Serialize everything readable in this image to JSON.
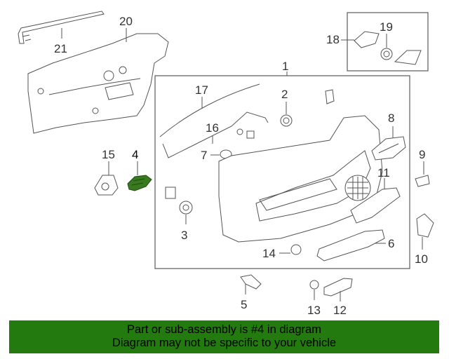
{
  "diagram": {
    "highlighted_part": "4",
    "highlight_color": "#3a7a1e",
    "callouts": [
      "1",
      "2",
      "3",
      "4",
      "5",
      "6",
      "7",
      "8",
      "9",
      "10",
      "11",
      "12",
      "13",
      "14",
      "15",
      "16",
      "17",
      "18",
      "19",
      "20",
      "21"
    ]
  },
  "banner": {
    "line1": "Part or sub-assembly is #4 in diagram",
    "line2": "Diagram may not be specific to your vehicle",
    "color": "#237a0f"
  }
}
